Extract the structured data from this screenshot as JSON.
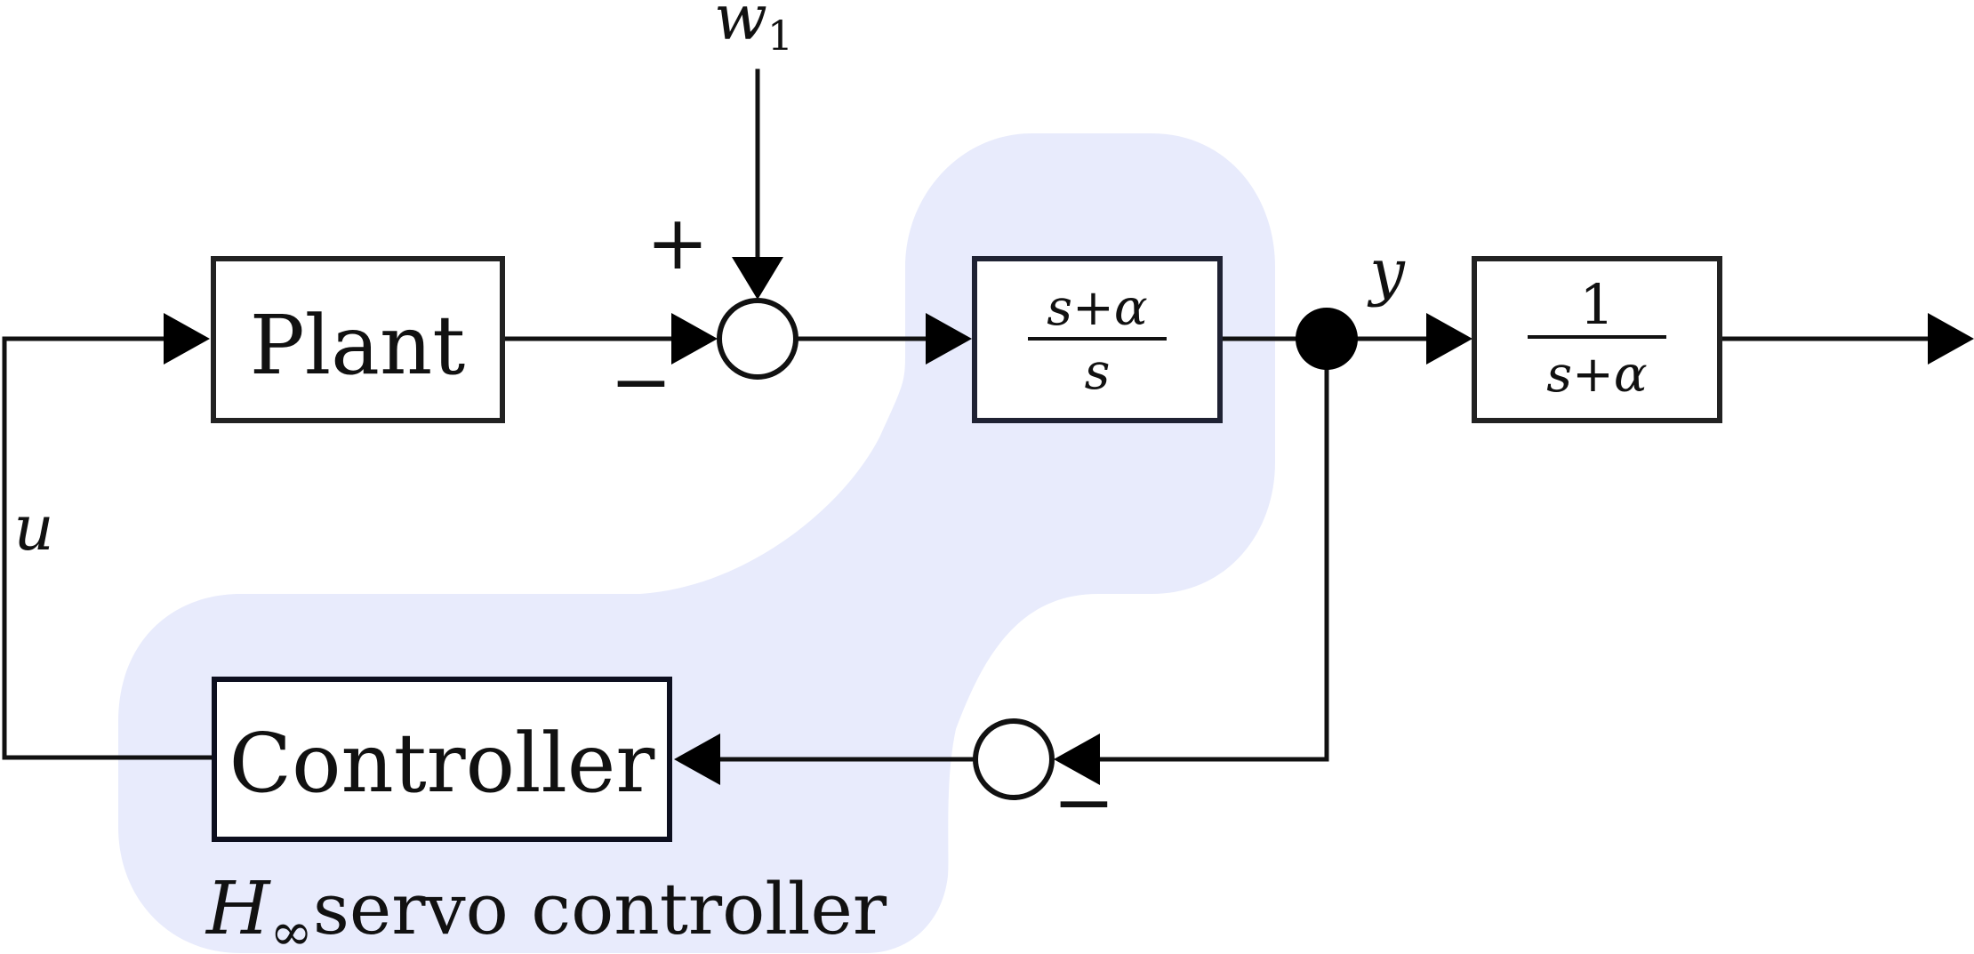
{
  "blocks": {
    "plant": "Plant",
    "integrator": {
      "numerator": "s+α",
      "denominator": "s"
    },
    "filter": {
      "numerator": "1",
      "denominator": "s+α"
    },
    "controller": "Controller"
  },
  "signals": {
    "disturbance_base": "w",
    "disturbance_sub": "1",
    "output": "y",
    "control": "u"
  },
  "summing_junctions": {
    "top_plus": "+",
    "top_minus": "−",
    "bottom_minus": "−"
  },
  "region": {
    "label_base": "H",
    "label_sub": "∞",
    "label_rest": "servo controller",
    "fill_color": "#e8ebfc"
  },
  "colors": {
    "stroke": "#111111",
    "block_fill": "#ffffff"
  }
}
